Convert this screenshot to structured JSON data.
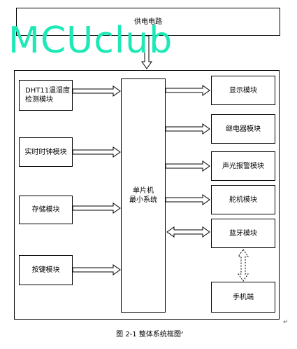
{
  "power_module": "供电电路",
  "watermark": "MCUclub",
  "mcu": "单片机\n最小系统",
  "inputs": [
    {
      "label": "DHT11温湿度\n检测模块"
    },
    {
      "label": "实时时钟模块"
    },
    {
      "label": "存储模块"
    },
    {
      "label": "按键模块"
    }
  ],
  "outputs": [
    {
      "label": "显示模块"
    },
    {
      "label": "继电器模块"
    },
    {
      "label": "声光报警模块"
    },
    {
      "label": "舵机模块"
    },
    {
      "label": "蓝牙模块"
    }
  ],
  "phone": "手机端",
  "caption": "图 2-1 整体系统框图",
  "para_mark": "↵"
}
